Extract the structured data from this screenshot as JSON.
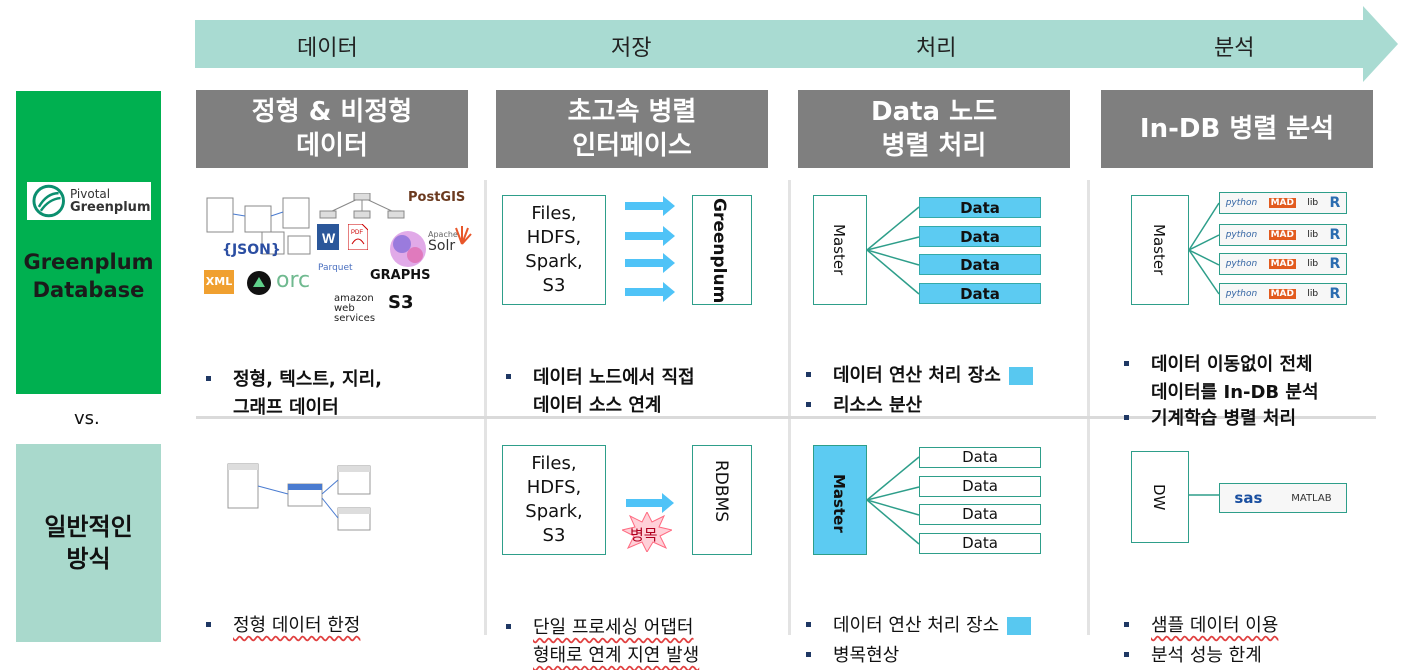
{
  "stages": [
    "데이터",
    "저장",
    "처리",
    "분석"
  ],
  "headers": [
    "정형 & 비정형\n데이터",
    "초고속 병렬\n인터페이스",
    "Data 노드\n병렬 처리",
    "In-DB 병렬 분석"
  ],
  "side": {
    "greenplum_logo_line1": "Pivotal",
    "greenplum_logo_line2": "Greenplum",
    "greenplum_title": "Greenplum\nDatabase",
    "vs": "vs.",
    "general_title": "일반적인\n방식"
  },
  "colors": {
    "greenplum_green": "#00b050",
    "general_teal": "#a9d9cc",
    "arrow": "#a9dbd2",
    "header_gray": "#7f7f7f",
    "data_blue": "#5ccbf2"
  },
  "greenplum_row": {
    "data_logos": [
      "{JSON}",
      "XML",
      "orc",
      "Parquet",
      "PostGIS",
      "Solr",
      "GRAPHS",
      "S3",
      "amazon web services",
      "Apache"
    ],
    "data_bullet": "정형, 텍스트, 지리,\n그래프 데이터",
    "storage_sources": "Files,\nHDFS,\nSpark,\nS3",
    "storage_target": "Greenplum",
    "storage_bullet": "데이터 노드에서 직접\n데이터 소스 연계",
    "proc_master": "Master",
    "proc_nodes": [
      "Data",
      "Data",
      "Data",
      "Data"
    ],
    "proc_bullets": [
      "데이터 연산 처리 장소",
      "리소스 분산"
    ],
    "analysis_master": "Master",
    "analysis_tools": [
      "python",
      "MAD",
      "lib",
      "R"
    ],
    "analysis_bullets": [
      "데이터 이동없이 전체\n데이터를 In-DB 분석",
      "기계학습 병렬 처리"
    ]
  },
  "general_row": {
    "data_bullet": "정형 데이터 한정",
    "storage_sources": "Files,\nHDFS,\nSpark,\nS3",
    "storage_target": "RDBMS",
    "bottleneck": "병목",
    "storage_bullet": "단일 프로세싱 어댑터\n형태로 연계 지연 발생",
    "proc_master": "Master",
    "proc_nodes": [
      "Data",
      "Data",
      "Data",
      "Data"
    ],
    "proc_bullets": [
      "데이터 연산 처리 장소",
      "병목현상"
    ],
    "analysis_dw": "DW",
    "analysis_tools": [
      "sas",
      "MATLAB"
    ],
    "analysis_bullets": [
      "샘플 데이터 이용",
      "분석 성능 한계"
    ]
  }
}
